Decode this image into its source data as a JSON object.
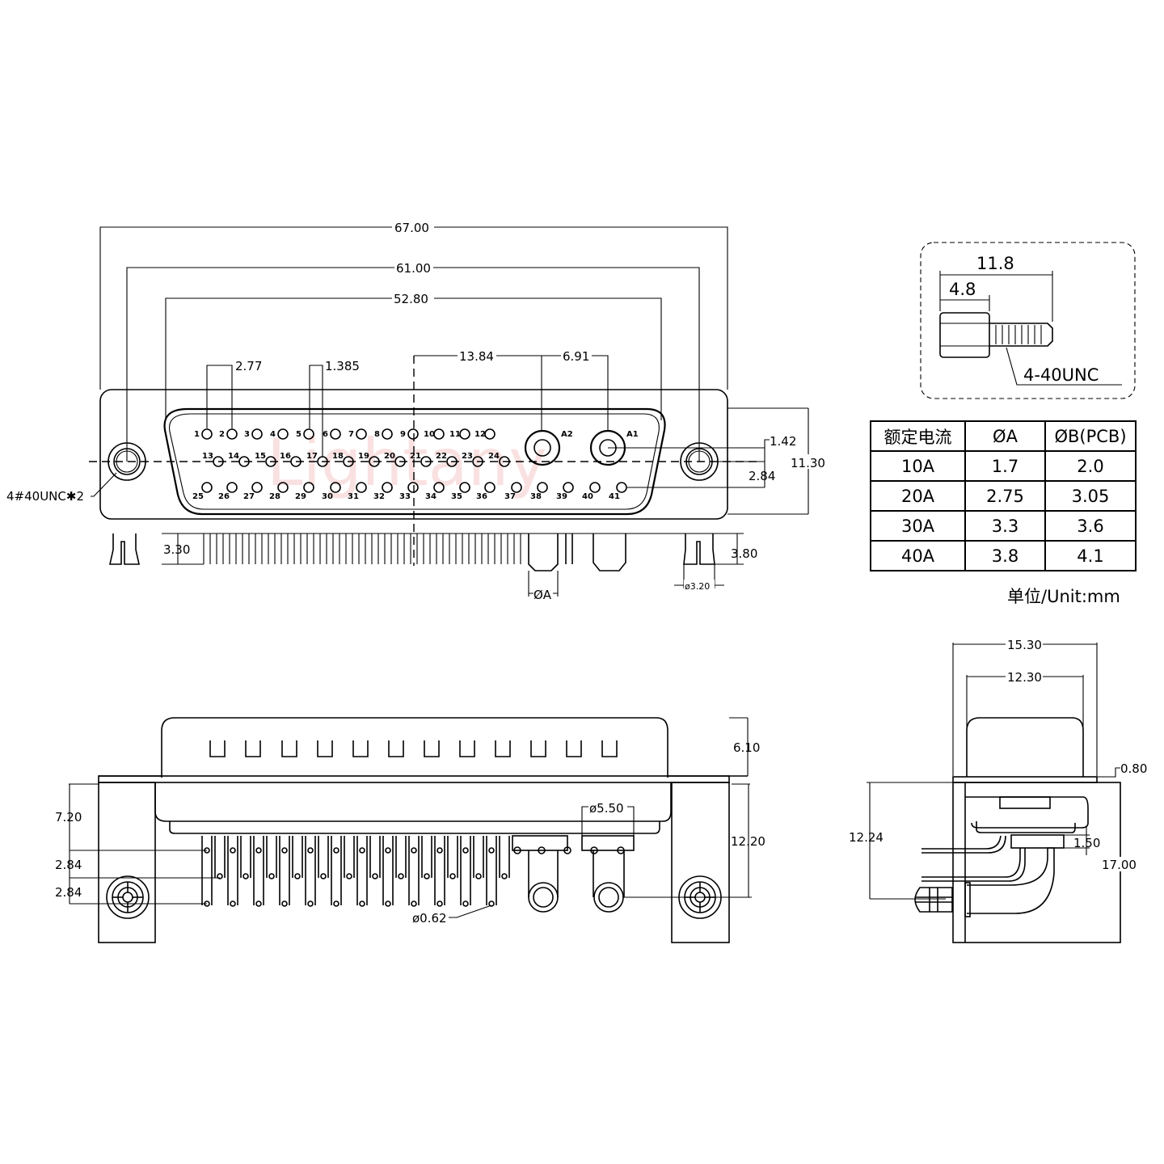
{
  "drawing": {
    "front_view": {
      "dims": {
        "overall_width": "67.00",
        "mount_hole_spacing": "61.00",
        "shell_width": "52.80",
        "pin_pitch": "2.77",
        "row_offset": "1.385",
        "pitch_to_A2": "13.84",
        "A2_to_A1": "6.91",
        "offset_1": "1.42",
        "offset_2": "2.84",
        "height": "11.30",
        "pin_length_left": "3.30",
        "boardlock_length": "3.80",
        "boardlock_dia": "ø3.20",
        "power_pin_dia": "ØA",
        "mount_thread": "4#40UNC✱2"
      },
      "pins_row1": [
        "1",
        "2",
        "3",
        "4",
        "5",
        "6",
        "7",
        "8",
        "9",
        "10",
        "11",
        "12"
      ],
      "pins_row2": [
        "13",
        "14",
        "15",
        "16",
        "17",
        "18",
        "19",
        "20",
        "21",
        "22",
        "23",
        "24"
      ],
      "pins_row3": [
        "25",
        "26",
        "27",
        "28",
        "29",
        "30",
        "31",
        "32",
        "33",
        "34",
        "35",
        "36",
        "37",
        "38",
        "39",
        "40",
        "41"
      ],
      "power_pins": [
        "A2",
        "A1"
      ]
    },
    "screw_detail": {
      "total_length": "11.8",
      "head_length": "4.8",
      "thread": "4-40UNC"
    },
    "bottom_view": {
      "dims": {
        "shell_height": "6.10",
        "body_height": "7.20",
        "row_pitch_1": "2.84",
        "row_pitch_2": "2.84",
        "total_height": "12.20",
        "power_contact_dia": "ø5.50",
        "pin_dia": "ø0.62"
      }
    },
    "side_view": {
      "dims": {
        "flange_width": "15.30",
        "shell_width": "12.30",
        "flange_thickness": "0.80",
        "standoff": "1.50",
        "pcb_to_lock": "12.24",
        "overall_height": "17.00"
      }
    },
    "watermark": "Lightany"
  },
  "rating_table": {
    "headers": [
      "额定电流",
      "ØA",
      "ØB(PCB)"
    ],
    "rows": [
      [
        "10A",
        "1.7",
        "2.0"
      ],
      [
        "20A",
        "2.75",
        "3.05"
      ],
      [
        "30A",
        "3.3",
        "3.6"
      ],
      [
        "40A",
        "3.8",
        "4.1"
      ]
    ],
    "unit": "单位/Unit:mm"
  }
}
